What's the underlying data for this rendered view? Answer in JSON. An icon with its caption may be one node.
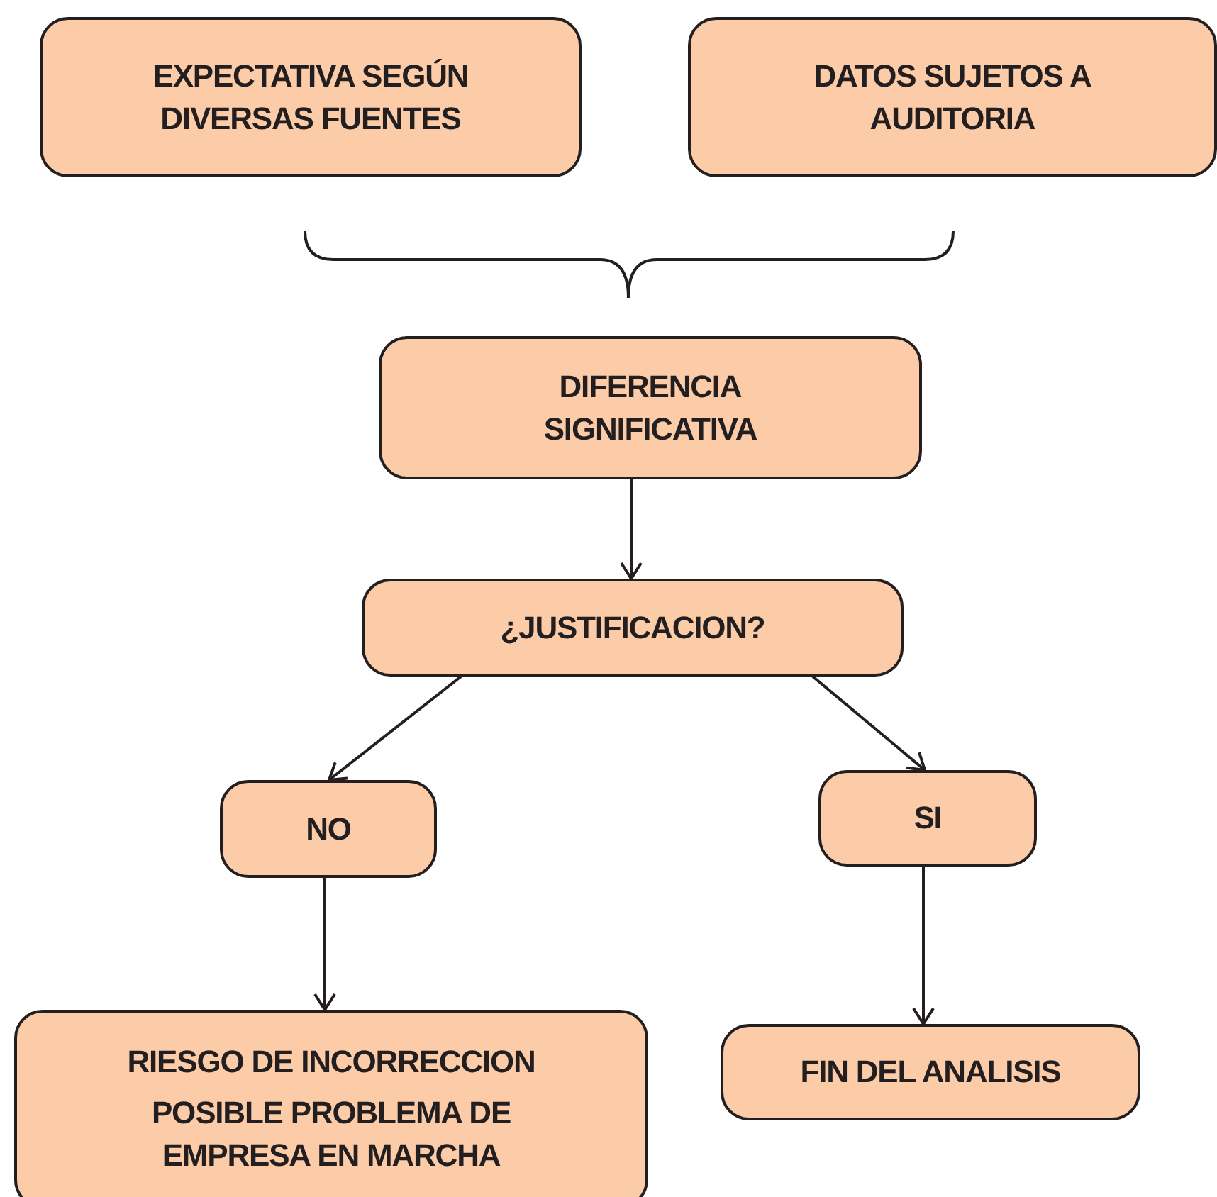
{
  "diagram": {
    "nodes": [
      {
        "text": [
          "EXPECTATIVA SEGÚN DIVERSAS FUENTES"
        ]
      },
      {
        "text": [
          "DATOS SUJETOS A AUDITORIA"
        ]
      },
      {
        "text": [
          "DIFERENCIA SIGNIFICATIVA"
        ]
      },
      {
        "text": [
          "¿JUSTIFICACION?"
        ]
      },
      {
        "text": [
          "NO"
        ]
      },
      {
        "text": [
          "SI"
        ]
      },
      {
        "text": [
          "RIESGO DE INCORRECCION",
          "POSIBLE PROBLEMA DE EMPRESA EN MARCHA"
        ]
      },
      {
        "text": [
          "FIN DEL ANALISIS"
        ]
      }
    ],
    "edges": [
      {
        "from": 2,
        "to": 3,
        "arrow": "to"
      },
      {
        "from": 3,
        "to": 4,
        "arrow": "to"
      },
      {
        "from": 3,
        "to": 5,
        "arrow": "to"
      },
      {
        "from": 4,
        "to": 6,
        "arrow": "to"
      },
      {
        "from": 5,
        "to": 7,
        "arrow": "to"
      }
    ]
  }
}
